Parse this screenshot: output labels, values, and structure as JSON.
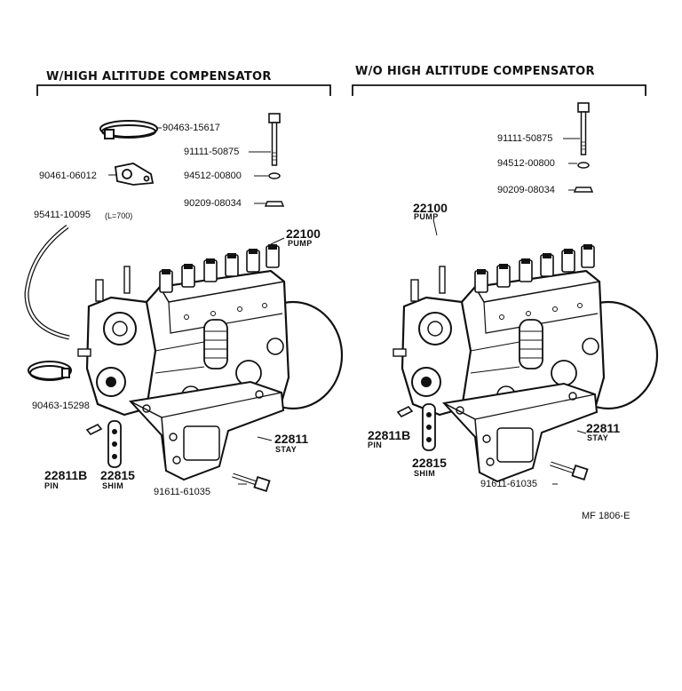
{
  "left_section": {
    "title": "W/HIGH ALTITUDE COMPENSATOR",
    "parts": {
      "clamp_top": "90463-15617",
      "bolt": "91111-50875",
      "bracket": "90461-06012",
      "washer": "94512-00800",
      "nut": "90209-08034",
      "hose": "95411-10095",
      "hose_length": "(L=700)",
      "pump_number": "22100",
      "pump_label": "PUMP",
      "clamp_bottom": "90463-15298",
      "stay_number": "22811",
      "stay_label": "STAY",
      "pin_number": "22811B",
      "pin_label": "PIN",
      "shim_number": "22815",
      "shim_label": "SHIM",
      "stay_bolt": "91611-61035"
    }
  },
  "right_section": {
    "title": "W/O  HIGH  ALTITUDE  COMPENSATOR",
    "parts": {
      "bolt": "91111-50875",
      "washer": "94512-00800",
      "nut": "90209-08034",
      "pump_number": "22100",
      "pump_label": "PUMP",
      "stay_number": "22811",
      "stay_label": "STAY",
      "pin_number": "22811B",
      "pin_label": "PIN",
      "shim_number": "22815",
      "shim_label": "SHIM",
      "stay_bolt": "91611-61035"
    }
  },
  "figure_code": "MF 1806-E",
  "colors": {
    "ink": "#111111",
    "paper": "#ffffff"
  }
}
